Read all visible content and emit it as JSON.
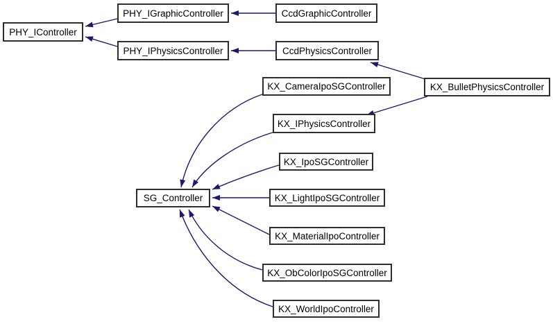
{
  "diagram": {
    "type": "class-inheritance-graph",
    "colors": {
      "edge": "#191970",
      "box_border": "#2e2e2e",
      "box_background": "#ffffff",
      "text": "#000000"
    },
    "nodes": [
      {
        "id": "PHY_IController",
        "label": "PHY_IController"
      },
      {
        "id": "PHY_IGraphicController",
        "label": "PHY_IGraphicController"
      },
      {
        "id": "CcdGraphicController",
        "label": "CcdGraphicController"
      },
      {
        "id": "PHY_IPhysicsController",
        "label": "PHY_IPhysicsController"
      },
      {
        "id": "CcdPhysicsController",
        "label": "CcdPhysicsController"
      },
      {
        "id": "KX_CameraIpoSGController",
        "label": "KX_CameraIpoSGController"
      },
      {
        "id": "KX_BulletPhysicsController",
        "label": "KX_BulletPhysicsController"
      },
      {
        "id": "KX_IPhysicsController",
        "label": "KX_IPhysicsController"
      },
      {
        "id": "KX_IpoSGController",
        "label": "KX_IpoSGController"
      },
      {
        "id": "SG_Controller",
        "label": "SG_Controller"
      },
      {
        "id": "KX_LightIpoSGController",
        "label": "KX_LightIpoSGController"
      },
      {
        "id": "KX_MaterialIpoController",
        "label": "KX_MaterialIpoController"
      },
      {
        "id": "KX_ObColorIpoSGController",
        "label": "KX_ObColorIpoSGController"
      },
      {
        "id": "KX_WorldIpoController",
        "label": "KX_WorldIpoController"
      }
    ],
    "edges": [
      {
        "child": "PHY_IGraphicController",
        "parent": "PHY_IController"
      },
      {
        "child": "PHY_IPhysicsController",
        "parent": "PHY_IController"
      },
      {
        "child": "CcdGraphicController",
        "parent": "PHY_IGraphicController"
      },
      {
        "child": "CcdPhysicsController",
        "parent": "PHY_IPhysicsController"
      },
      {
        "child": "KX_BulletPhysicsController",
        "parent": "CcdPhysicsController"
      },
      {
        "child": "KX_BulletPhysicsController",
        "parent": "KX_IPhysicsController"
      },
      {
        "child": "KX_CameraIpoSGController",
        "parent": "SG_Controller"
      },
      {
        "child": "KX_IPhysicsController",
        "parent": "SG_Controller"
      },
      {
        "child": "KX_IpoSGController",
        "parent": "SG_Controller"
      },
      {
        "child": "KX_LightIpoSGController",
        "parent": "SG_Controller"
      },
      {
        "child": "KX_MaterialIpoController",
        "parent": "SG_Controller"
      },
      {
        "child": "KX_ObColorIpoSGController",
        "parent": "SG_Controller"
      },
      {
        "child": "KX_WorldIpoController",
        "parent": "SG_Controller"
      }
    ]
  }
}
